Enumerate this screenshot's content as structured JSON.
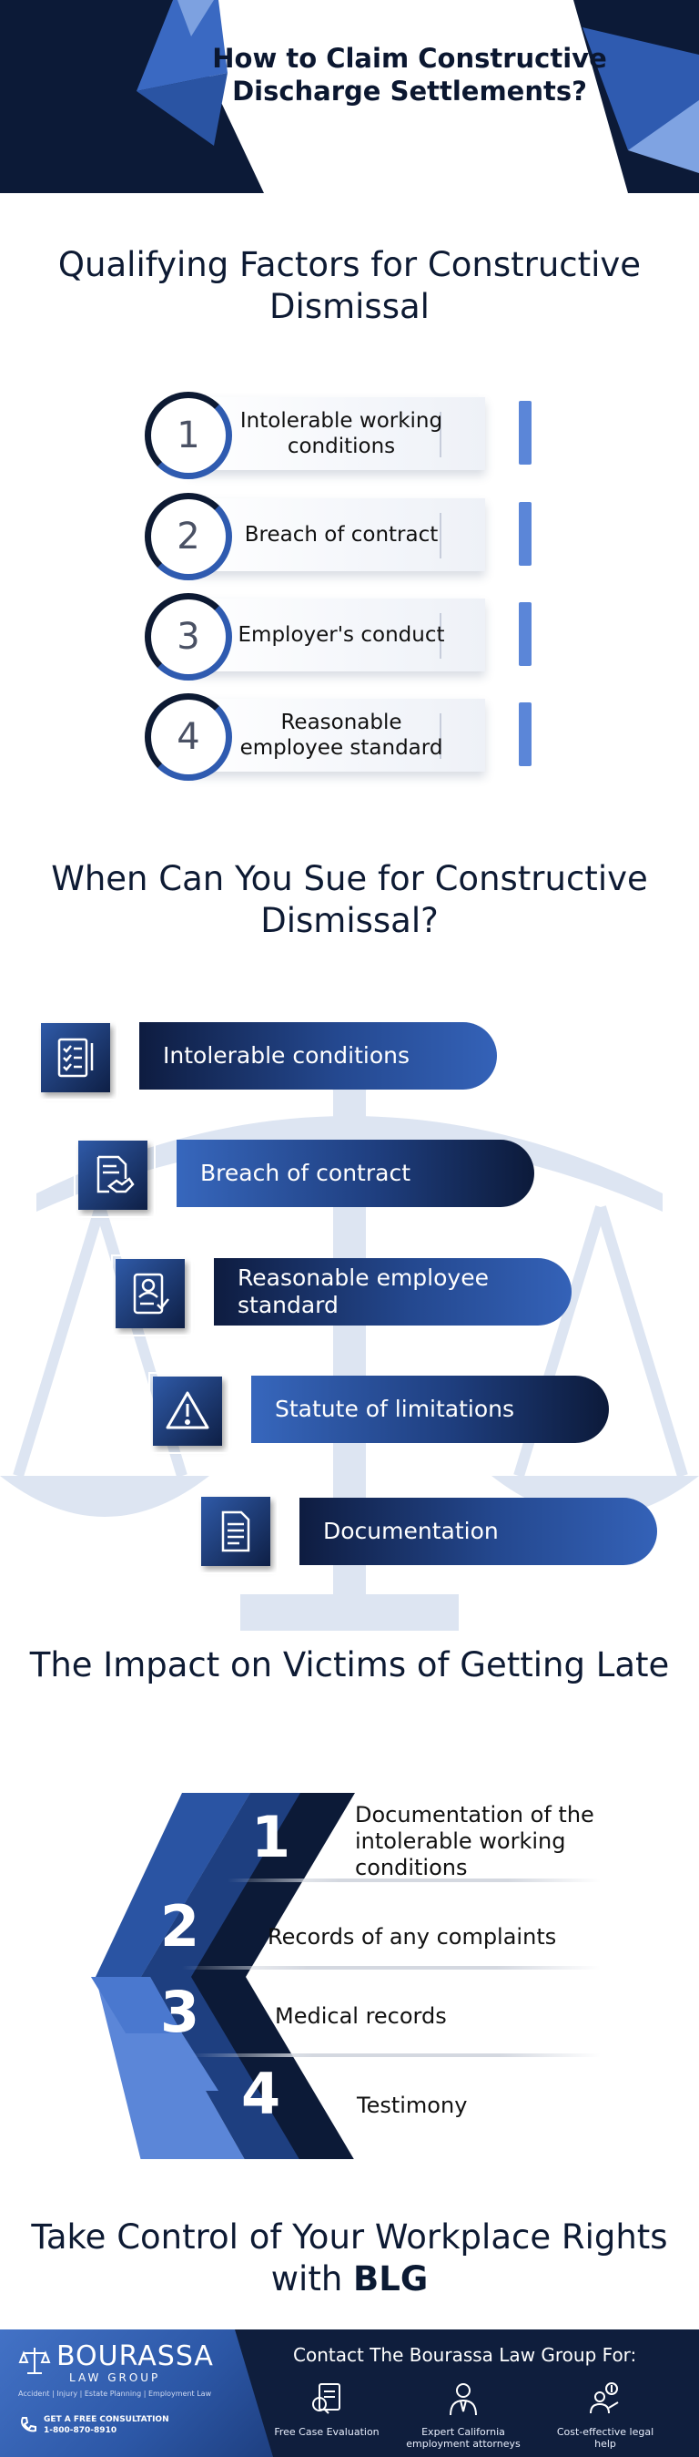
{
  "header": {
    "title": "How to Claim Constructive Discharge Settlements?"
  },
  "qualifying": {
    "heading": "Qualifying Factors for Constructive Dismissal",
    "items": [
      {
        "number": "1",
        "label": "Intolerable working conditions"
      },
      {
        "number": "2",
        "label": "Breach of contract"
      },
      {
        "number": "3",
        "label": "Employer's conduct"
      },
      {
        "number": "4",
        "label": "Reasonable employee standard"
      }
    ]
  },
  "sue": {
    "heading": "When Can You Sue for Constructive Dismissal?",
    "items": [
      {
        "label": "Intolerable conditions",
        "icon": "checklist-document-icon"
      },
      {
        "label": "Breach of contract",
        "icon": "contract-handshake-icon"
      },
      {
        "label": "Reasonable employee standard",
        "icon": "employee-profile-document-icon"
      },
      {
        "label": "Statute of limitations",
        "icon": "warning-triangle-icon"
      },
      {
        "label": "Documentation",
        "icon": "document-icon"
      }
    ]
  },
  "impact": {
    "heading": "The Impact on Victims of Getting Late",
    "items": [
      {
        "number": "1",
        "label": "Documentation of the intolerable working conditions"
      },
      {
        "number": "2",
        "label": "Records of any complaints"
      },
      {
        "number": "3",
        "label": "Medical records"
      },
      {
        "number": "4",
        "label": "Testimony"
      }
    ]
  },
  "cta": {
    "heading_start": "Take Control of Your Workplace Rights with",
    "heading_brand": "BLG"
  },
  "footer": {
    "brand": "BOURASSA",
    "brand_sub": "LAW GROUP",
    "practice_areas": "Accident | Injury | Estate Planning | Employment Law",
    "consult_label": "GET A FREE CONSULTATION",
    "phone": "1-800-870-8910",
    "contact_heading": "Contact The Bourassa Law Group For:",
    "features": [
      {
        "caption": "Free Case Evaluation",
        "icon": "case-evaluation-icon"
      },
      {
        "caption": "Expert California employment attorneys",
        "icon": "attorney-icon"
      },
      {
        "caption": "Cost-effective legal help",
        "icon": "legal-help-icon"
      }
    ]
  },
  "colors": {
    "navy": "#0d1a33",
    "blue": "#2f5bb0",
    "light_blue": "#5b86d8",
    "scale_bg": "#dce5f2"
  }
}
